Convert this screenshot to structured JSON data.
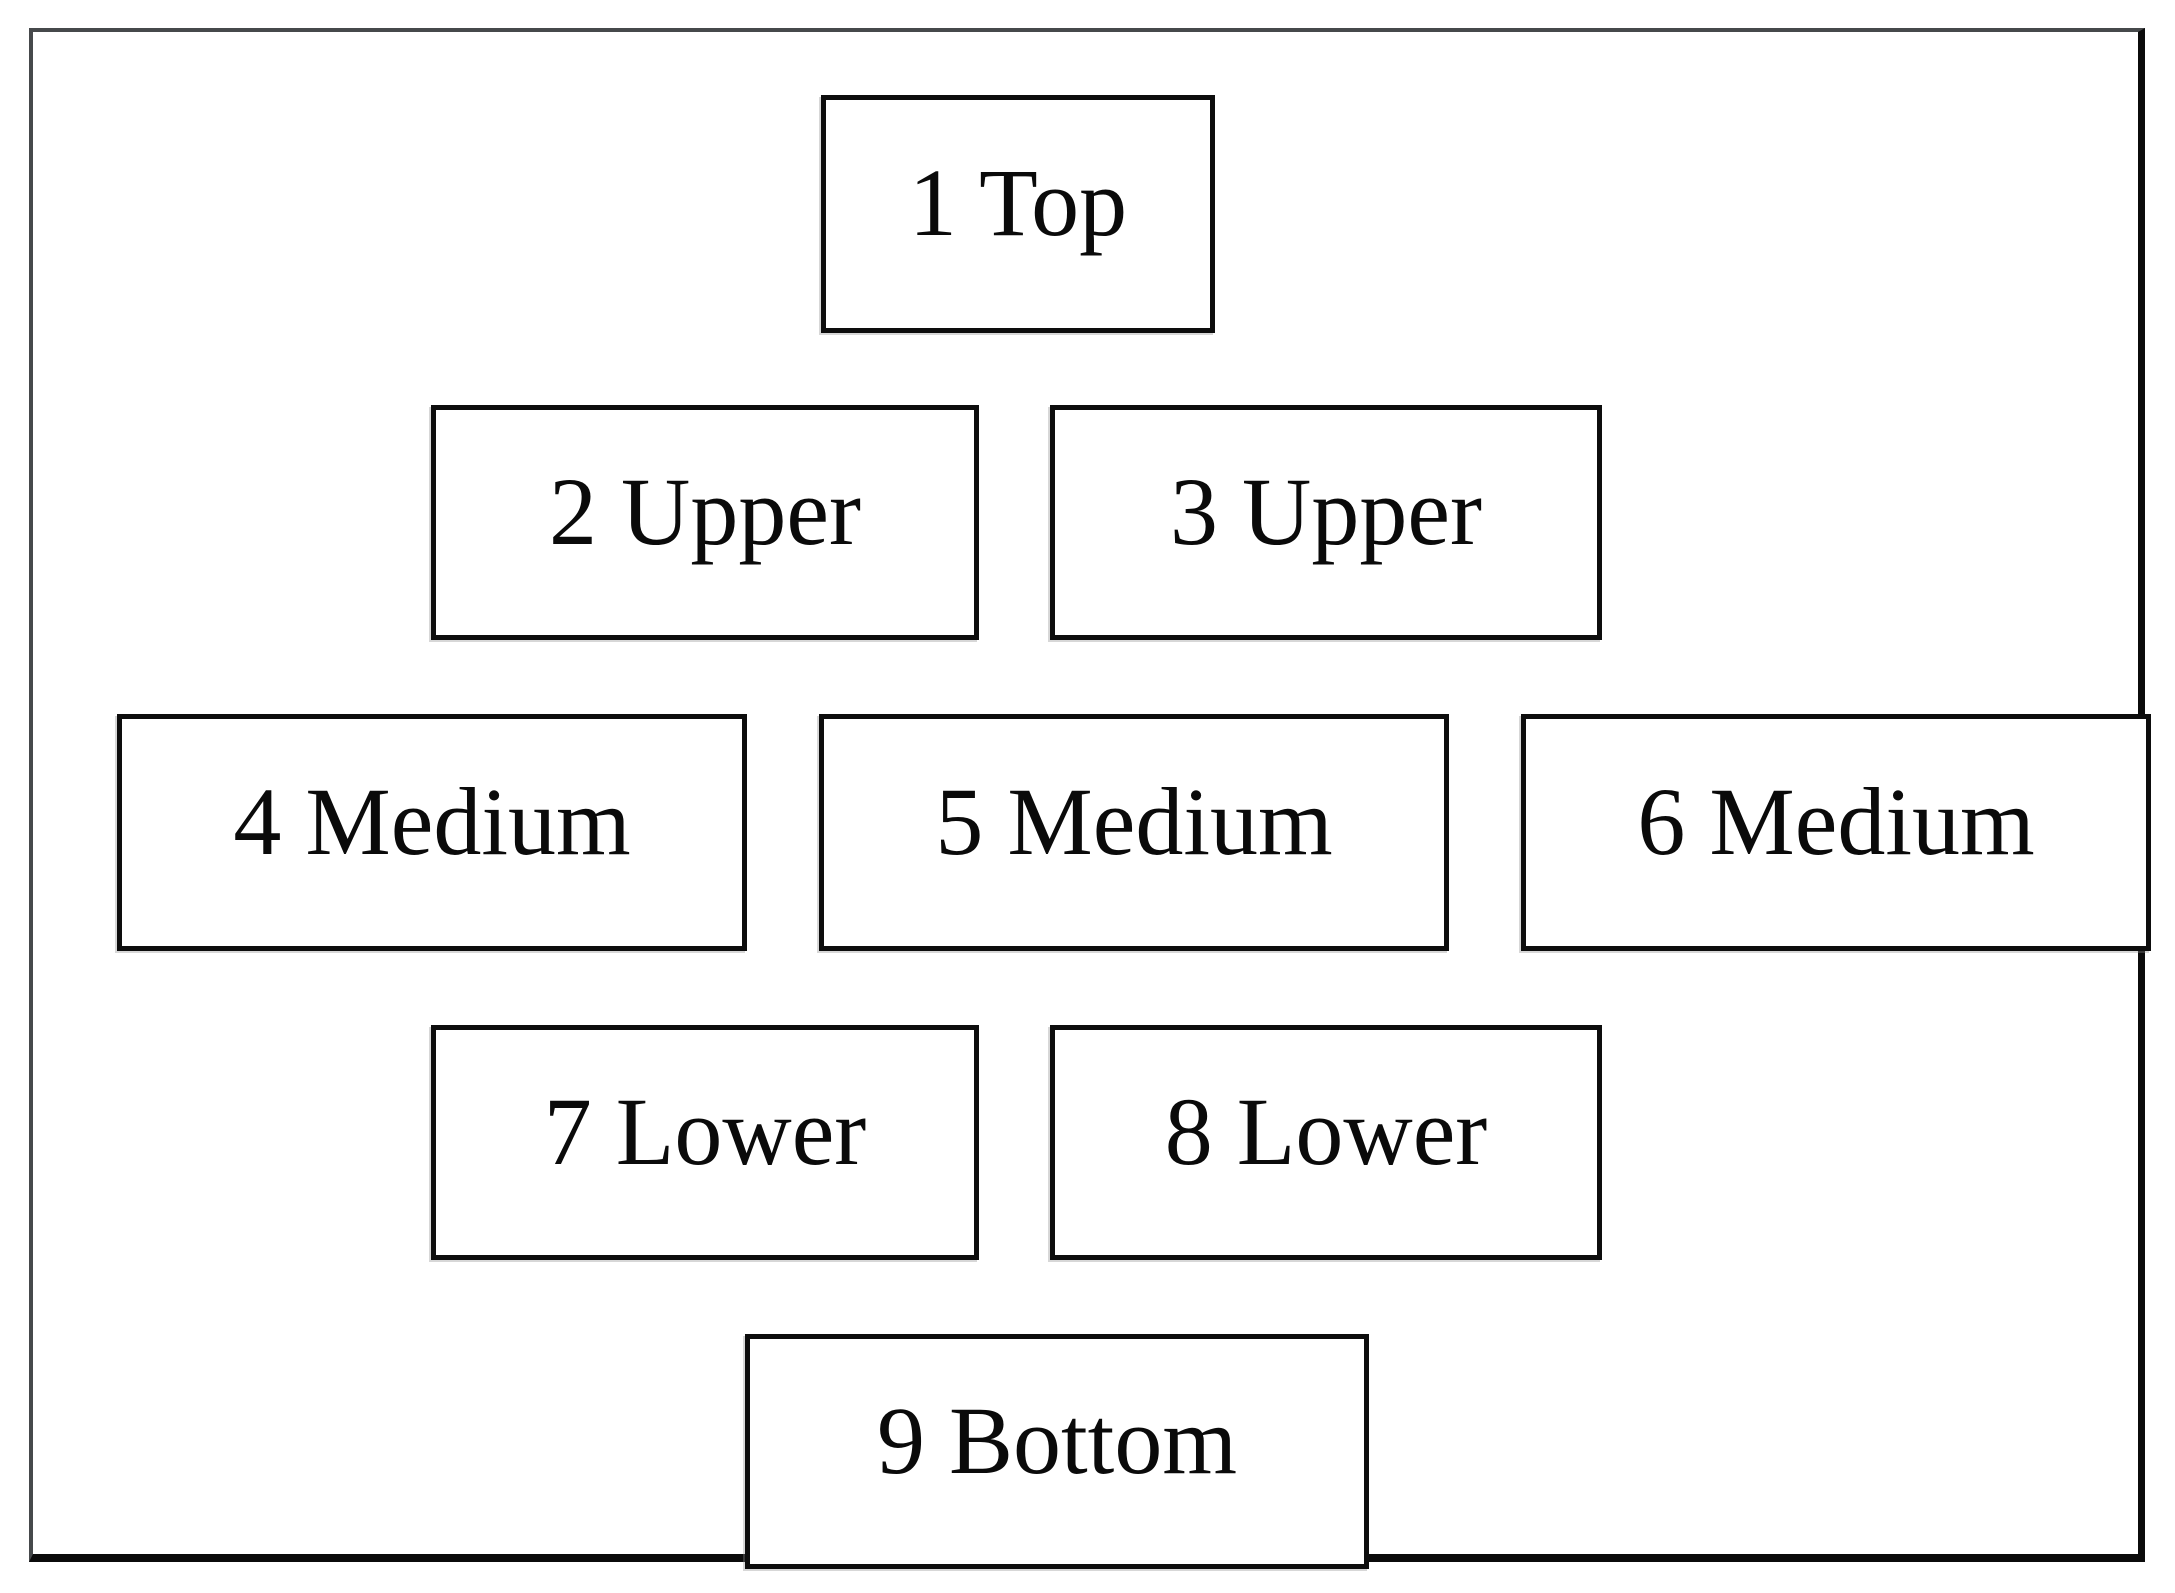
{
  "diagram": {
    "description": "Nine-box position hierarchy figure arranged in a diamond: one top box, two upper, three medium, two lower, one bottom, inside a rectangular frame.",
    "boxes": [
      {
        "id": "1",
        "level": "Top",
        "label": "1 Top"
      },
      {
        "id": "2",
        "level": "Upper",
        "label": "2 Upper"
      },
      {
        "id": "3",
        "level": "Upper",
        "label": "3 Upper"
      },
      {
        "id": "4",
        "level": "Medium",
        "label": "4 Medium"
      },
      {
        "id": "5",
        "level": "Medium",
        "label": "5 Medium"
      },
      {
        "id": "6",
        "level": "Medium",
        "label": "6 Medium"
      },
      {
        "id": "7",
        "level": "Lower",
        "label": "7 Lower"
      },
      {
        "id": "8",
        "level": "Lower",
        "label": "8 Lower"
      },
      {
        "id": "9",
        "level": "Bottom",
        "label": "9 Bottom"
      }
    ],
    "colors": {
      "box_border": "#0d0d0d",
      "frame_border_topleft": "#46494b",
      "frame_border_bottomright": "#0b0b0b",
      "background": "#ffffff",
      "text": "#0a0a0a"
    }
  }
}
